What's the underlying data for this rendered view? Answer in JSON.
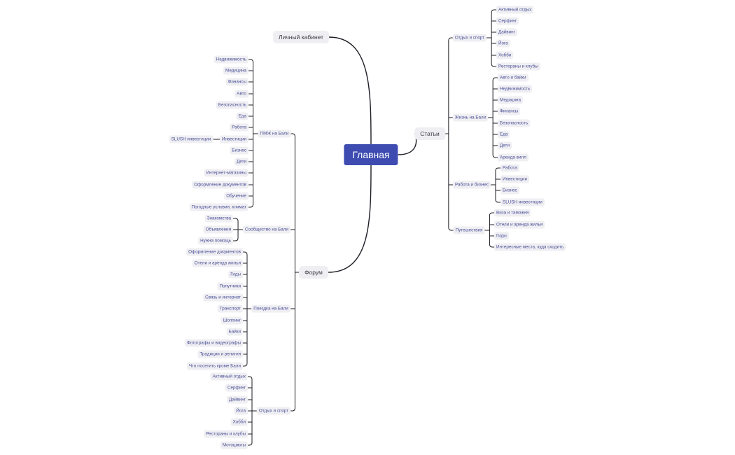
{
  "root": "Главная",
  "branches": [
    {
      "label": "Личный кабинет",
      "children": []
    },
    {
      "label": "Статьи",
      "children": [
        {
          "label": "Отдых и спорт",
          "children": [
            {
              "label": "Активный отдых"
            },
            {
              "label": "Серфинг"
            },
            {
              "label": "Дайвинг"
            },
            {
              "label": "Йога"
            },
            {
              "label": "Хобби"
            },
            {
              "label": "Рестораны и клубы"
            }
          ]
        },
        {
          "label": "Жизнь на Бали",
          "children": [
            {
              "label": "Авто и байки"
            },
            {
              "label": "Недвижимость"
            },
            {
              "label": "Медицина"
            },
            {
              "label": "Финансы"
            },
            {
              "label": "Безопасность"
            },
            {
              "label": "Еда"
            },
            {
              "label": "Дети"
            },
            {
              "label": "Аренда вилл"
            }
          ]
        },
        {
          "label": "Работа и бизнес",
          "children": [
            {
              "label": "Работа"
            },
            {
              "label": "Инвестиции"
            },
            {
              "label": "Бизнес"
            },
            {
              "label": "SLUSH инвестиции"
            }
          ]
        },
        {
          "label": "Путешествия",
          "children": [
            {
              "label": "Виза и таможня"
            },
            {
              "label": "Отели и аренда жилья"
            },
            {
              "label": "Гиды"
            },
            {
              "label": "Интересные места, куда сходить"
            }
          ]
        }
      ]
    },
    {
      "label": "Форум",
      "children": [
        {
          "label": "ПМЖ на Бали",
          "children": [
            {
              "label": "Недвижимость"
            },
            {
              "label": "Медицина"
            },
            {
              "label": "Финансы"
            },
            {
              "label": "Авто"
            },
            {
              "label": "Безопасность"
            },
            {
              "label": "Еда"
            },
            {
              "label": "Работа"
            },
            {
              "label": "Инвестиции",
              "children": [
                {
                  "label": "SLUSH инвестиции"
                }
              ]
            },
            {
              "label": "Бизнес"
            },
            {
              "label": "Дети"
            },
            {
              "label": "Интернет-магазины"
            },
            {
              "label": "Оформление документов"
            },
            {
              "label": "Обучение"
            },
            {
              "label": "Погодные условия, климат"
            }
          ]
        },
        {
          "label": "Сообщество на Бали",
          "children": [
            {
              "label": "Знакомства"
            },
            {
              "label": "Объявления"
            },
            {
              "label": "Нужна помощь"
            }
          ]
        },
        {
          "label": "Поездка на Бали",
          "children": [
            {
              "label": "Оформление документов"
            },
            {
              "label": "Отели и аренда жилья"
            },
            {
              "label": "Гиды"
            },
            {
              "label": "Попутчики"
            },
            {
              "label": "Связь и интернет"
            },
            {
              "label": "Транспорт"
            },
            {
              "label": "Шоппинг"
            },
            {
              "label": "Байки"
            },
            {
              "label": "Фотографы и видеографы"
            },
            {
              "label": "Традиции и религия"
            },
            {
              "label": "Что посетить кроме Бали"
            }
          ]
        },
        {
          "label": "Отдых и спорт",
          "children": [
            {
              "label": "Активный отдых"
            },
            {
              "label": "Серфинг"
            },
            {
              "label": "Дайвинг"
            },
            {
              "label": "Йога"
            },
            {
              "label": "Хобби"
            },
            {
              "label": "Рестораны и клубы"
            },
            {
              "label": "Мотоциклы"
            }
          ]
        }
      ]
    }
  ],
  "colors": {
    "root_bg": "#3e4cb1",
    "root_text": "#ffffff",
    "node_bg": "#efeff3",
    "l1_text": "#3a3a46",
    "leaf_text": "#4a4f95",
    "edge": "#1c1c24"
  }
}
